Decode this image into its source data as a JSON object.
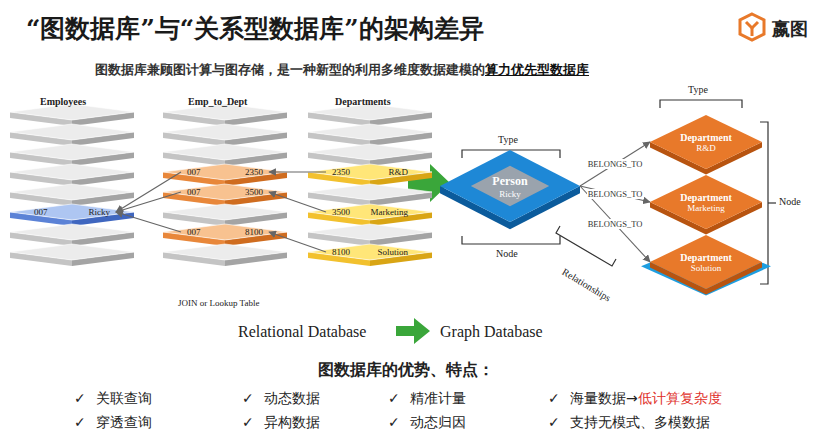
{
  "diagram": {
    "title": "“图数据库”与“关系型数据库”的架构差异",
    "nodes": [
      {
        "text": [
          "007",
          "Ricky"
        ]
      },
      {
        "text": [
          "007",
          "2350"
        ]
      },
      {
        "text": [
          "007",
          "3500"
        ]
      },
      {
        "text": [
          "007",
          "8100"
        ]
      },
      {
        "text": [
          "2350",
          "R&D"
        ]
      },
      {
        "text": [
          "3500",
          "Marketing"
        ]
      },
      {
        "text": [
          "8100",
          "Solution"
        ]
      },
      {
        "text": [
          "Person",
          "Ricky"
        ]
      },
      {
        "text": [
          "Department",
          "R&D"
        ]
      },
      {
        "text": [
          "Department",
          "Marketing"
        ]
      },
      {
        "text": [
          "Department",
          "Solution"
        ]
      }
    ],
    "edges": [
      {
        "from": 1,
        "to": 0,
        "arrow": "to"
      },
      {
        "from": 2,
        "to": 0,
        "arrow": "to"
      },
      {
        "from": 3,
        "to": 0,
        "arrow": "to"
      },
      {
        "from": 4,
        "to": 1,
        "arrow": "to"
      },
      {
        "from": 5,
        "to": 2,
        "arrow": "to"
      },
      {
        "from": 6,
        "to": 3,
        "arrow": "to"
      },
      {
        "from": 7,
        "to": 8,
        "label": "BELONGS_TO",
        "arrow": "to"
      },
      {
        "from": 7,
        "to": 9,
        "label": "BELONGS_TO",
        "arrow": "to"
      },
      {
        "from": 7,
        "to": 10,
        "label": "BELONGS_TO",
        "arrow": "to"
      }
    ],
    "labels": [
      "嬴图",
      "图数据库兼顾图计算与图存储，是一种新型的利用多维度数据建模的",
      "算力优先型数据库",
      "Employees",
      "Emp_to_Dept",
      "Departments",
      "JOIN or Lookup Table",
      "Type",
      "Node",
      "Relationships",
      "Type",
      "Node",
      "Relational Database",
      "Graph Database",
      "图数据库的优势、特点：",
      "✓",
      "关联查询",
      "✓",
      "动态数据",
      "✓",
      "精准计量",
      "✓",
      "海量数据→",
      "低计算复杂度",
      "✓",
      "穿透查询",
      "✓",
      "异构数据",
      "✓",
      "动态归因",
      "✓",
      "支持无模式、多模数据"
    ]
  }
}
